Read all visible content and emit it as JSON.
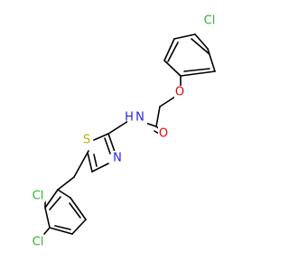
{
  "molecule": {
    "atoms": [
      {
        "id": "cl_top",
        "text": "Cl",
        "color": "#32b432"
      },
      {
        "id": "o_ether",
        "text": "O",
        "color": "#e60000"
      },
      {
        "id": "o_carbonyl",
        "text": "O",
        "color": "#e60000"
      },
      {
        "id": "n_amide",
        "text": "N",
        "color": "#2323e6"
      },
      {
        "id": "h_amide",
        "text": "H",
        "color": "#2323e6"
      },
      {
        "id": "s_thiazole",
        "text": "S",
        "color": "#b4b400"
      },
      {
        "id": "n_thiazole",
        "text": "N",
        "color": "#2323e6"
      },
      {
        "id": "cl_ortho",
        "text": "Cl",
        "color": "#32b432"
      },
      {
        "id": "cl_meta",
        "text": "Cl",
        "color": "#32b432"
      }
    ]
  }
}
